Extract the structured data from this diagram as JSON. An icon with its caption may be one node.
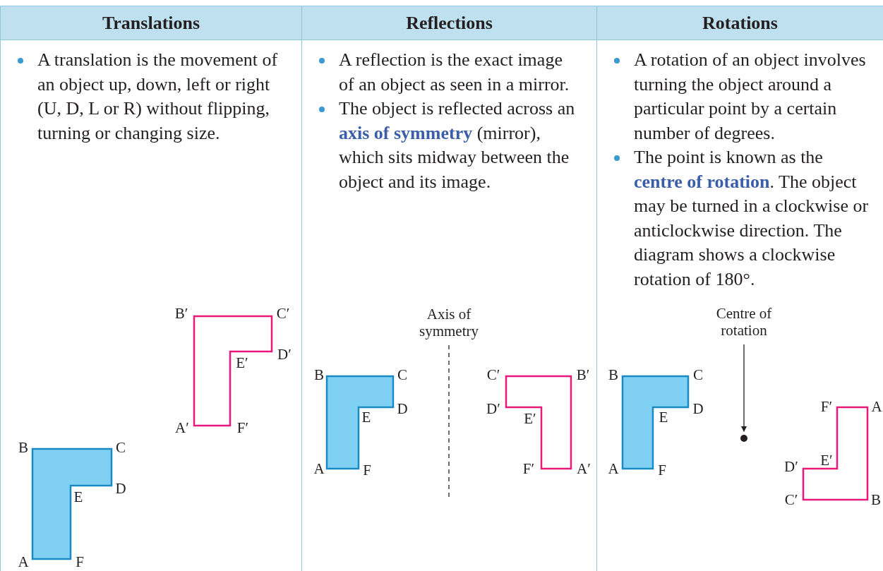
{
  "diagram": {
    "nodes": [
      {
        "text": [
          "Translations",
          "A translation is the movement of an object up, down, left or right (U, D, L or R) without flipping, turning or changing size."
        ]
      },
      {
        "text": [
          "Reflections",
          "A reflection is the exact image of an object as seen in a mirror.",
          "The object is reflected across an **axis of symmetry** (mirror), which sits midway between the object and its image."
        ]
      },
      {
        "text": [
          "Rotations",
          "A rotation of an object involves turning the object around a particular point by a certain number of degrees.",
          "The point is known as the **centre of rotation**. The object may be turned in a clockwise or anticlockwise direction. The diagram shows a clockwise rotation of 180°."
        ]
      },
      {
        "text": [
          "Centre of rotation"
        ],
        "in": 2
      },
      {
        "text": [],
        "shape": "circle",
        "in": 2
      }
    ],
    "edges": [
      {
        "from": 3,
        "to": 4,
        "arrow": "to"
      }
    ],
    "labels": [
      "B′",
      "C′",
      "E′",
      "D′",
      "A′",
      "F′",
      "B",
      "C",
      "E",
      "D",
      "A",
      "F",
      "Axis of symmetry",
      "B",
      "C",
      "E",
      "D",
      "A",
      "F",
      "C′",
      "B′",
      "D′",
      "E′",
      "F′",
      "A′",
      "B",
      "C",
      "E",
      "D",
      "A",
      "F",
      "F′",
      "A",
      "E′",
      "D′",
      "C′",
      "B"
    ]
  }
}
